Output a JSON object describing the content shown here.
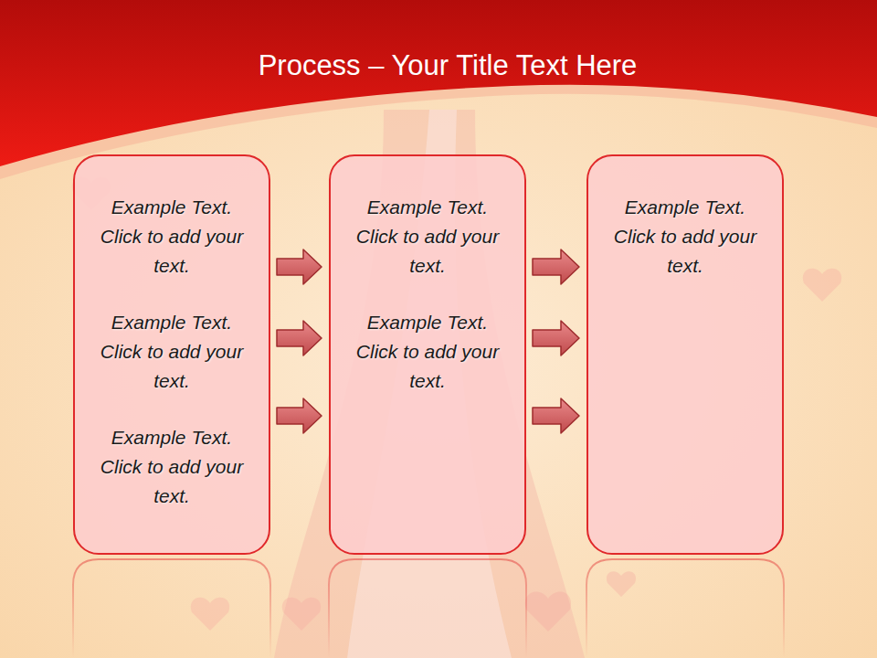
{
  "diagram": {
    "title": "Process – Your Title Text Here",
    "nodes": [
      {
        "text": [
          "Example Text. Click to add your text.",
          "Example Text. Click to add your text.",
          "Example Text. Click to add your text."
        ]
      },
      {
        "text": [
          "Example Text. Click to add your text.",
          "Example Text. Click to add your text."
        ]
      },
      {
        "text": [
          "Example Text. Click to add your text."
        ]
      }
    ],
    "edges": [
      {
        "from": 0,
        "to": 1,
        "arrow": "to"
      },
      {
        "from": 0,
        "to": 1,
        "arrow": "to"
      },
      {
        "from": 0,
        "to": 1,
        "arrow": "to"
      },
      {
        "from": 1,
        "to": 2,
        "arrow": "to"
      },
      {
        "from": 1,
        "to": 2,
        "arrow": "to"
      },
      {
        "from": 1,
        "to": 2,
        "arrow": "to"
      }
    ]
  }
}
